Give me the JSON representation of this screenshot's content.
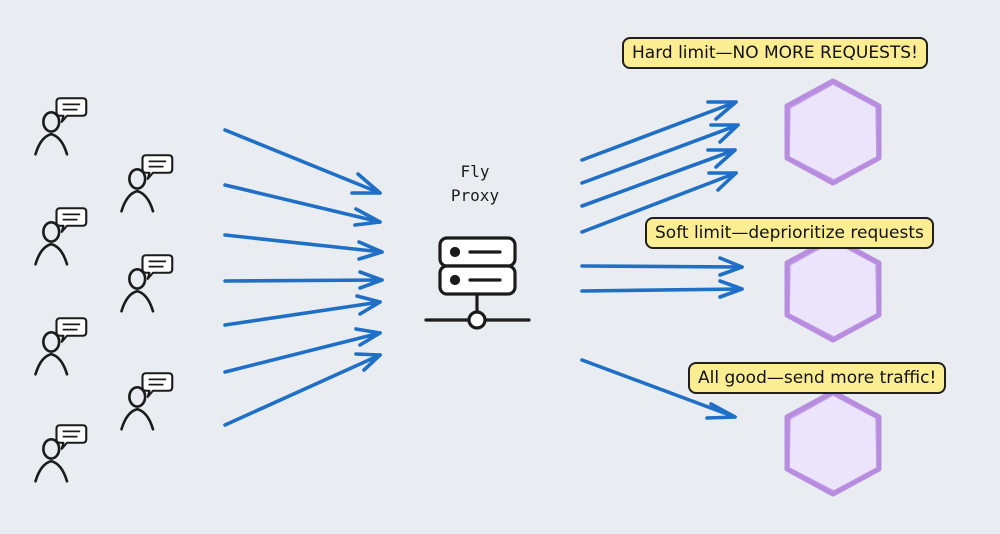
{
  "proxy": {
    "line1": "Fly",
    "line2": "Proxy"
  },
  "callouts": {
    "hard": "Hard limit—NO MORE REQUESTS!",
    "soft": "Soft limit—deprioritize requests",
    "good": "All good—send more traffic!"
  },
  "colors": {
    "background": "#e9edf1",
    "arrow": "#1f6fc6",
    "hexagon_stroke": "#b88de0",
    "hexagon_fill": "#ebe4fb",
    "callout_fill": "#fbee92",
    "ink": "#1b1b1b"
  },
  "icons": [
    "user-icon",
    "speech-bubble-icon",
    "server-icon",
    "hexagon-icon",
    "arrow-icon"
  ]
}
